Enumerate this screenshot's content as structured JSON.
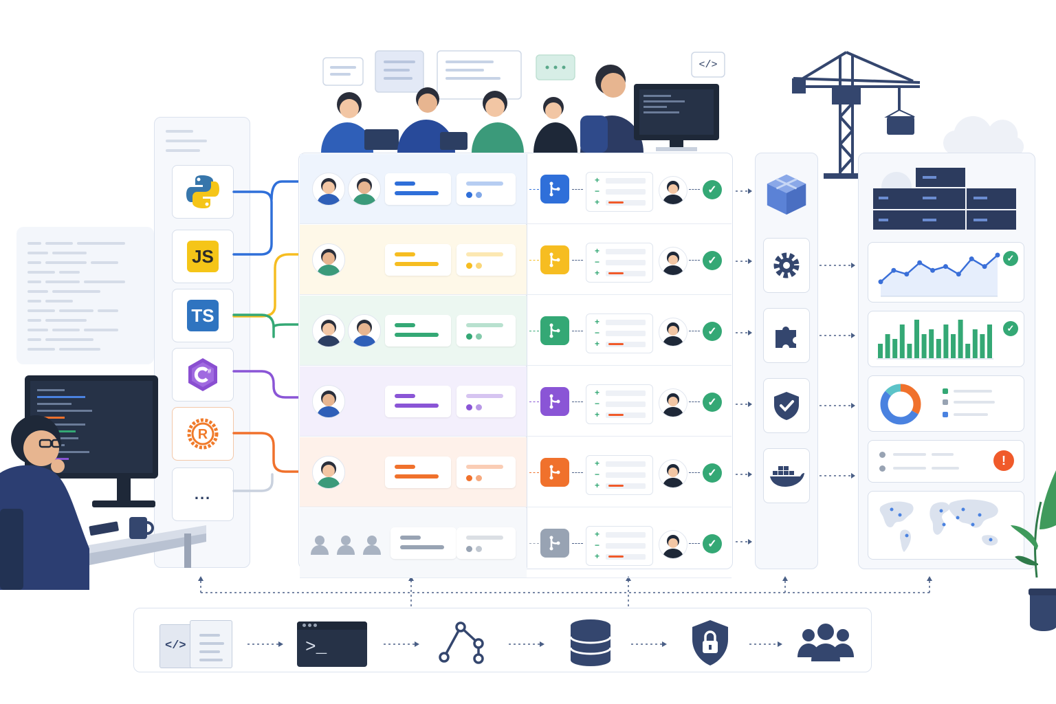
{
  "languages": [
    {
      "name": "python-icon",
      "label": ""
    },
    {
      "name": "javascript-icon",
      "label": "JS"
    },
    {
      "name": "typescript-icon",
      "label": "TS"
    },
    {
      "name": "csharp-icon",
      "label": ""
    },
    {
      "name": "rust-icon",
      "label": "R"
    },
    {
      "name": "more-icon",
      "label": "..."
    }
  ],
  "colors": {
    "python": "#3776ab",
    "javascript": "#f5c518",
    "typescript": "#2f74c0",
    "csharp": "#8a4fd1",
    "rust": "#f07a2a",
    "other": "#c9d1de",
    "blue": "#2f6fd9",
    "yellow": "#f6bd21",
    "green": "#34a875",
    "purple": "#8a55d6",
    "orange": "#f0712c",
    "gray": "#98a3b3",
    "navy": "#2c3e62",
    "success": "#34a875",
    "alert": "#f05a2a"
  },
  "pipeline_rows": [
    {
      "color": "blue",
      "tint": "#eef4fd",
      "avatars": 2,
      "status": "check"
    },
    {
      "color": "yellow",
      "tint": "#fef8e8",
      "avatars": 1,
      "status": "check"
    },
    {
      "color": "green",
      "tint": "#ecf7f1",
      "avatars": 2,
      "status": "check"
    },
    {
      "color": "purple",
      "tint": "#f3effc",
      "avatars": 1,
      "status": "check"
    },
    {
      "color": "orange",
      "tint": "#fef1ea",
      "avatars": 1,
      "status": "check"
    },
    {
      "color": "gray",
      "tint": "#f6f8fb",
      "avatars": 3,
      "status": "check"
    }
  ],
  "diff_symbols": [
    "+",
    "−",
    "+"
  ],
  "code_bubble": "</>",
  "chat_dots": "···",
  "services": [
    "package-icon",
    "gear-icon",
    "puzzle-icon",
    "shield-check-icon",
    "container-whale-icon"
  ],
  "dashboard": [
    {
      "name": "servers",
      "icon": "server-rack-icon"
    },
    {
      "name": "line-chart",
      "status": "check"
    },
    {
      "name": "bar-chart",
      "status": "check"
    },
    {
      "name": "donut-chart"
    },
    {
      "name": "alert-list",
      "status": "alert",
      "alert_text": "!"
    },
    {
      "name": "world-map"
    }
  ],
  "workflow_steps": [
    {
      "name": "code-file-icon",
      "label": "</>"
    },
    {
      "name": "terminal-icon",
      "label": ">_"
    },
    {
      "name": "git-branch-icon"
    },
    {
      "name": "database-icon"
    },
    {
      "name": "lock-shield-icon"
    },
    {
      "name": "team-icon"
    }
  ],
  "chart_data": {
    "type": "line",
    "x": [
      1,
      2,
      3,
      4,
      5,
      6,
      7,
      8,
      9,
      10
    ],
    "series": [
      {
        "values": [
          2,
          5,
          4,
          7,
          5,
          6,
          4,
          8,
          6,
          9
        ]
      }
    ],
    "bars": [
      3,
      5,
      4,
      7,
      3,
      8,
      5,
      6,
      4,
      7,
      5,
      8,
      3,
      6,
      5,
      7
    ]
  }
}
